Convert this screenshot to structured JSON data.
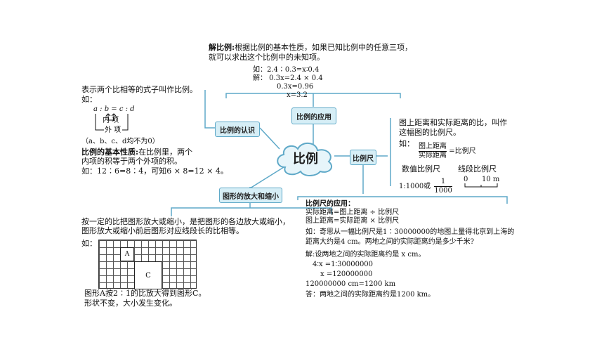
{
  "center": {
    "label": "比例"
  },
  "nodes": {
    "application": "比例的应用",
    "recognize": "比例的认识",
    "scale": "比例尺",
    "zoom": "图形的放大和缩小"
  },
  "solve": {
    "title": "解比例:",
    "line1": "根据比例的基本性质，如果已知比例中的任意三项，",
    "line2": "就可以求出这个比例中的未知项。",
    "ex1": "如：2.4∶0.3=x∶0.4",
    "ex2": "解：    0.3x=2.4 × 0.4",
    "ex3": "0.3x=0.96",
    "ex4": "x=3.2"
  },
  "recognize": {
    "def": "表示两个比相等的式子叫作比例。",
    "ru": "如：",
    "formula": "a : b = c : d",
    "inner": "内 项",
    "outer": "外 项",
    "note": "（a、b、c、d均不为0）",
    "prop_title": "比例的基本性质:",
    "prop1": "在比例里，两个",
    "prop2": "内项的积等于两个外项的积。",
    "ex": "如：12∶6=8∶4，可知6 × 8=12 × 4。"
  },
  "scale": {
    "def1": "图上距离和实际距离的比，叫作",
    "def2": "这幅图的比例尺。",
    "ru": "如：",
    "num": "图上距离",
    "den": "实际距离",
    "eq": "=比例尺",
    "numeric": "数值比例尺",
    "line_scale": "线段比例尺",
    "ratio": "1:1000或",
    "frac_num": "1",
    "frac_den": "1000",
    "bar0": "0",
    "bar10": "10 m"
  },
  "app": {
    "title": "比例尺的应用：",
    "f1": "实际距离=图上距离 ÷ 比例尺",
    "f2": "图上距离=实际距离 × 比例尺",
    "q1": "如：奇思从一幅比例尺是1∶30000000的地图上量得北京到上海的",
    "q2": "距离大约是4 cm。两地之间的实际距离约是多少千米?",
    "s1": "解:设两地之间的实际距离约是 x cm。",
    "s2": "4∶x =1∶30000000",
    "s3": "x =120000000",
    "s4": "120000000 cm=1200 km",
    "s5": "答：两地之间的实际距离约是1200 km。"
  },
  "zoom": {
    "def1": "按一定的比把图形放大或缩小，是把图形的各边放大或缩小，",
    "def2": "图形放大或缩小前后图形对应线段长的比相等。",
    "ru": "如：",
    "labelA": "A",
    "labelC": "C",
    "cap1": "图形A按2∶1的比放大得到图形C。",
    "cap2": "形状不变，大小发生变化。"
  },
  "colors": {
    "line": "#5fa9c8",
    "node_fill": "#d6eef6",
    "cloud_fill": "#e7f5fa"
  }
}
